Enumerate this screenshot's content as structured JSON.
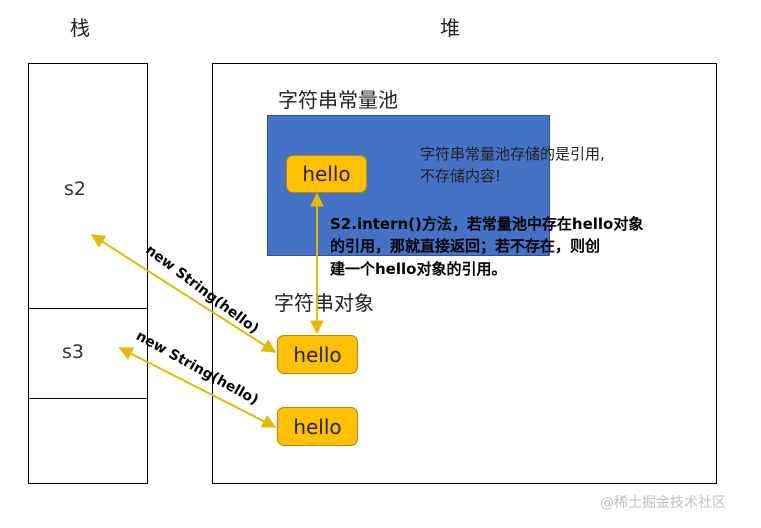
{
  "headers": {
    "stack": "栈",
    "heap": "堆"
  },
  "stack": {
    "cells": [
      "s2",
      "s3",
      ""
    ]
  },
  "pool": {
    "title": "字符串常量池",
    "note_line1": "字符串常量池存储的是引用,",
    "note_line2": "不存储内容!",
    "hello": "hello"
  },
  "objects": {
    "title": "字符串对象",
    "hello1": "hello",
    "hello2": "hello"
  },
  "intern_note": {
    "line1": "S2.intern()方法，若常量池中存在hello对象",
    "line2": "的引用，那就直接返回；若不存在，则创",
    "line3": "建一个hello对象的引用。"
  },
  "arrows": {
    "label1": "new String(hello)",
    "label2": "new String(hello)"
  },
  "watermark": "@稀土掘金技术社区",
  "colors": {
    "pool_fill": "#4472c4",
    "pill_fill": "#ffc000",
    "arrow": "#e6b800"
  }
}
